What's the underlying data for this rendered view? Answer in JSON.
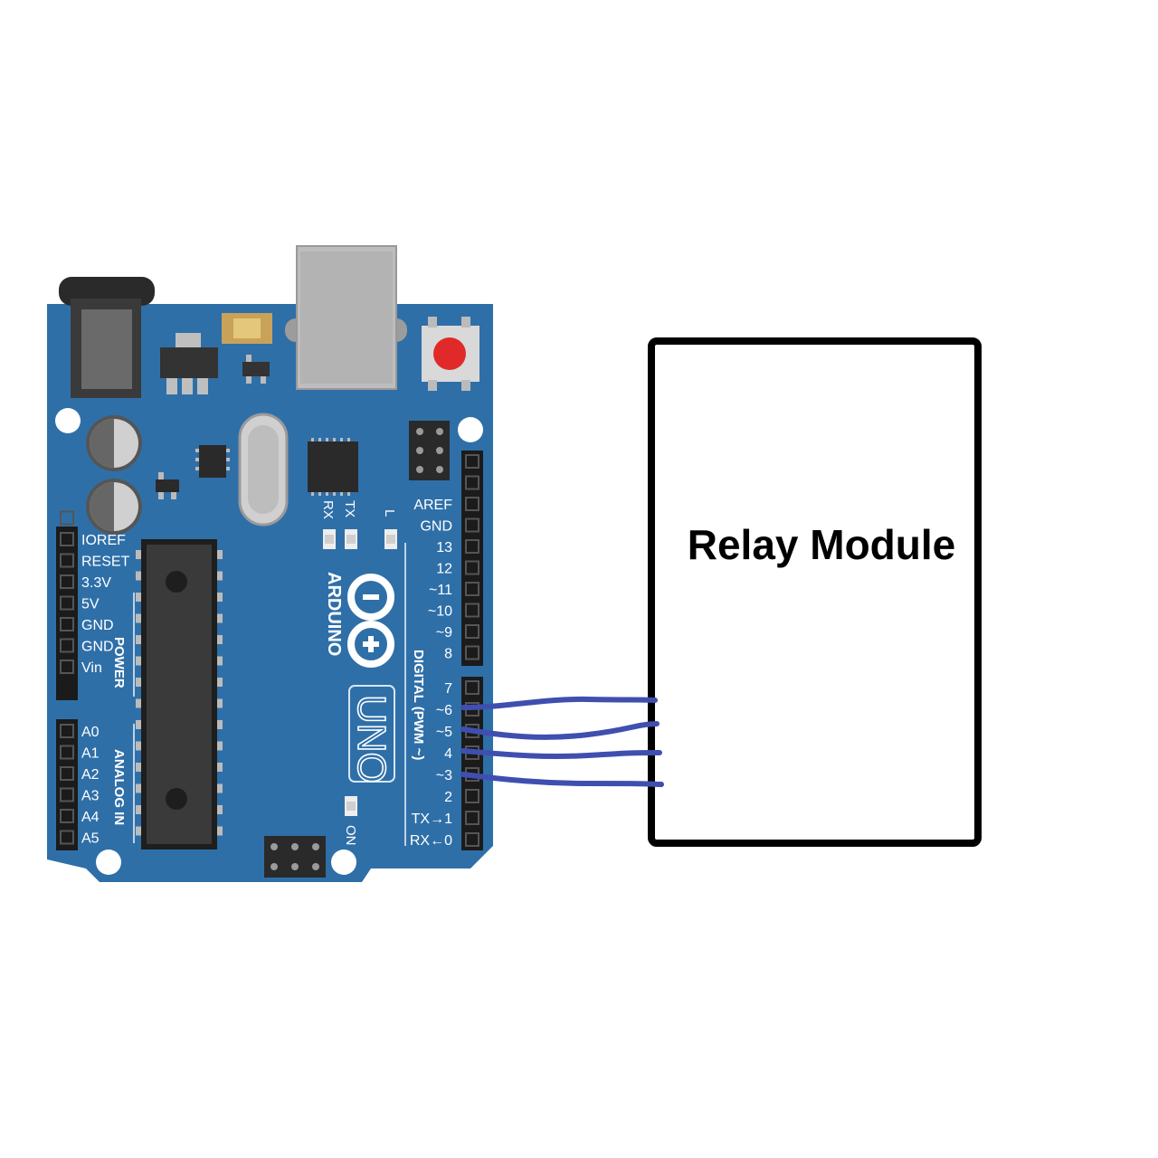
{
  "board": {
    "power_header_title": "POWER",
    "analog_header_title": "ANALOG IN",
    "digital_header_title": "DIGITAL (PWM ~)",
    "brand": "ARDUINO",
    "model": "UNO",
    "led_rx": "RX",
    "led_tx": "TX",
    "led_l": "L",
    "led_on": "ON",
    "power_pins": [
      "IOREF",
      "RESET",
      "3.3V",
      "5V",
      "GND",
      "GND",
      "Vin"
    ],
    "analog_pins": [
      "A0",
      "A1",
      "A2",
      "A3",
      "A4",
      "A5"
    ],
    "digital_pins_upper": [
      "AREF",
      "GND",
      "13",
      "12",
      "~11",
      "~10",
      "~9",
      "8"
    ],
    "digital_pins_lower": [
      "7",
      "~6",
      "~5",
      "4",
      "~3",
      "2",
      "TX→1",
      "RX←0"
    ],
    "colors": {
      "pcb": "#2f6fa8",
      "pcb_dark": "#1f4f7a",
      "header": "#1b1b1b",
      "reset_button": "#e02a2a",
      "wire": "#3f4fb0"
    }
  },
  "relay": {
    "title": "Relay Module"
  },
  "wires": {
    "connected_pins": [
      "~6",
      "~5",
      "4",
      "~3"
    ]
  }
}
